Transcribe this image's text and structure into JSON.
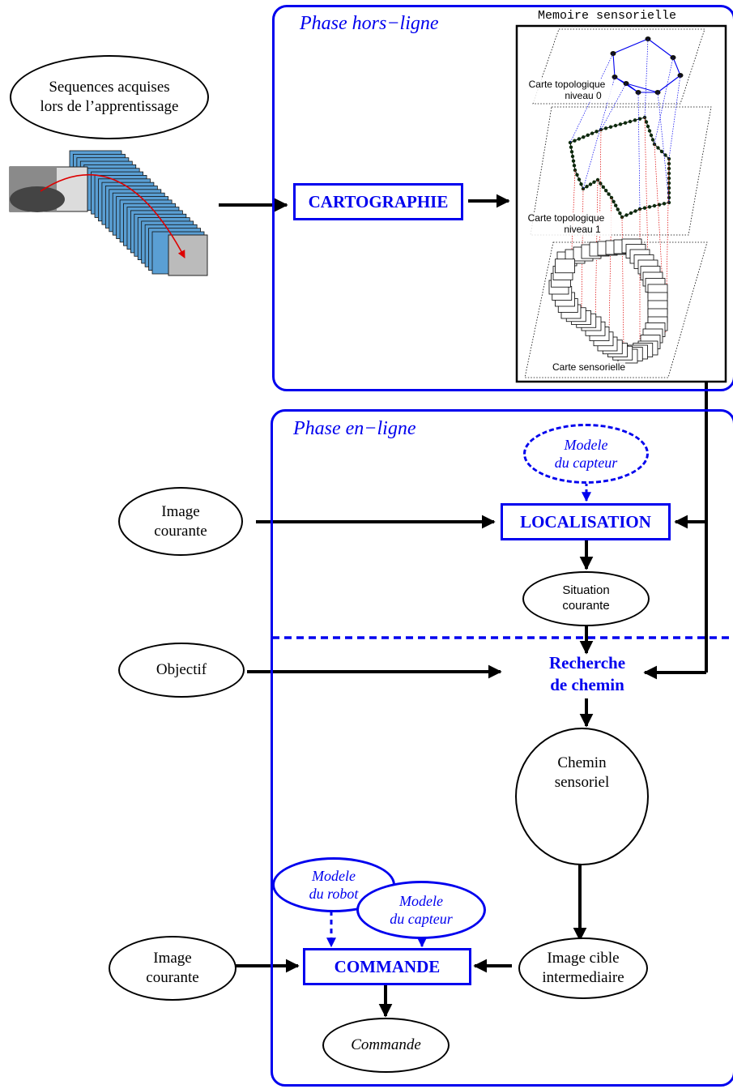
{
  "offline_phase": {
    "title": "Phase hors−ligne",
    "mapping_label": "CARTOGRAPHIE"
  },
  "online_phase": {
    "title": "Phase en−ligne"
  },
  "learning_sequences": {
    "line1": "Sequences  acquises",
    "line2": "lors de l’apprentissage"
  },
  "memory": {
    "title": "Memoire sensorielle",
    "level0_line1": "Carte topologique",
    "level0_line2": "niveau 0",
    "level1_line1": "Carte topologique",
    "level1_line2": "niveau 1",
    "sensory_map": "Carte sensorielle"
  },
  "localisation": {
    "input_line1": "Image",
    "input_line2": "courante",
    "sensor_model_line1": "Modele",
    "sensor_model_line2": "du capteur",
    "label": "LOCALISATION",
    "output_line1": "Situation",
    "output_line2": "courante"
  },
  "path_search": {
    "input": "Objectif",
    "label_line1": "Recherche",
    "label_line2": "de chemin",
    "output_line1": "Chemin",
    "output_line2": "sensoriel"
  },
  "command": {
    "target_line1": "Image cible",
    "target_line2": "intermediaire",
    "robot_model_line1": "Modele",
    "robot_model_line2": "du robot",
    "sensor_model_line1": "Modele",
    "sensor_model_line2": "du capteur",
    "input_line1": "Image",
    "input_line2": "courante",
    "label": "COMMANDE",
    "output": "Commande"
  },
  "colors": {
    "accent": "#0000ee",
    "link_red": "#dd0000",
    "frame_blue": "#5a9fd4"
  }
}
